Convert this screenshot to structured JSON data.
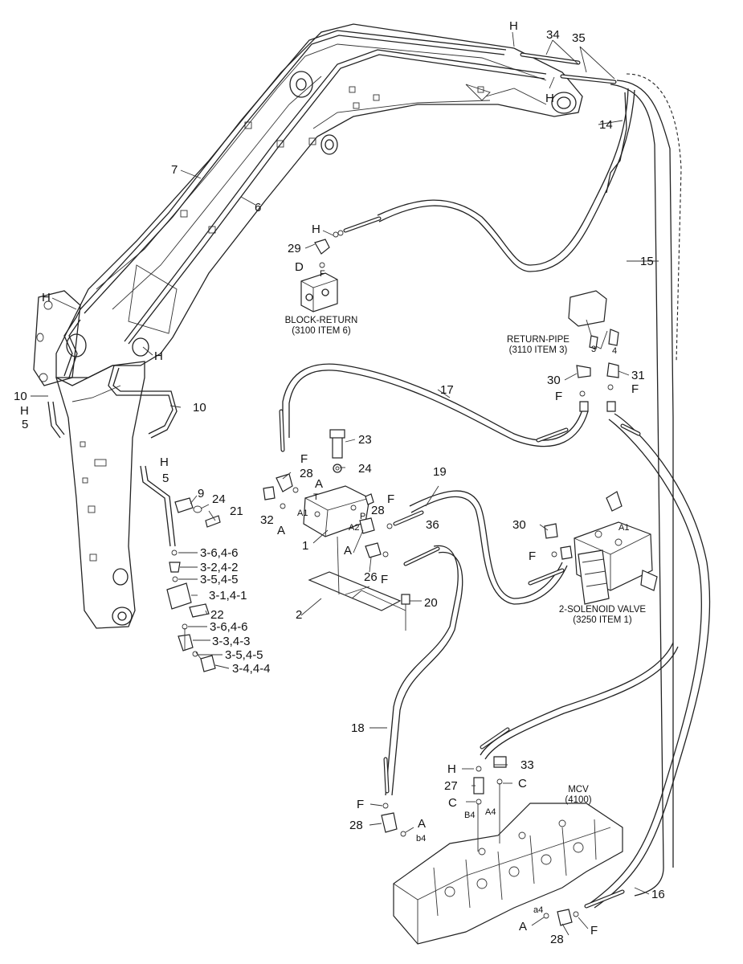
{
  "callouts": [
    {
      "id": "c-h-1",
      "text": "H"
    },
    {
      "id": "c-34",
      "text": "34"
    },
    {
      "id": "c-35",
      "text": "35"
    },
    {
      "id": "c-h-2",
      "text": "H"
    },
    {
      "id": "c-14",
      "text": "14"
    },
    {
      "id": "c-7",
      "text": "7"
    },
    {
      "id": "c-6",
      "text": "6"
    },
    {
      "id": "c-h-3",
      "text": "H"
    },
    {
      "id": "c-29",
      "text": "29"
    },
    {
      "id": "c-d-1",
      "text": "D"
    },
    {
      "id": "c-15",
      "text": "15"
    },
    {
      "id": "c-h-4",
      "text": "H"
    },
    {
      "id": "c-h-5",
      "text": "H"
    },
    {
      "id": "c-30-1",
      "text": "30"
    },
    {
      "id": "c-31",
      "text": "31"
    },
    {
      "id": "c-f-1",
      "text": "F"
    },
    {
      "id": "c-f-2",
      "text": "F"
    },
    {
      "id": "c-17",
      "text": "17"
    },
    {
      "id": "c-10-1",
      "text": "10"
    },
    {
      "id": "c-h-6",
      "text": "H"
    },
    {
      "id": "c-5-1",
      "text": "5"
    },
    {
      "id": "c-10-2",
      "text": "10"
    },
    {
      "id": "c-23",
      "text": "23"
    },
    {
      "id": "c-f-3",
      "text": "F"
    },
    {
      "id": "c-h-7",
      "text": "H"
    },
    {
      "id": "c-5-2",
      "text": "5"
    },
    {
      "id": "c-28-1",
      "text": "28"
    },
    {
      "id": "c-24-1",
      "text": "24"
    },
    {
      "id": "c-19",
      "text": "19"
    },
    {
      "id": "c-a-1",
      "text": "A"
    },
    {
      "id": "c-9",
      "text": "9"
    },
    {
      "id": "c-24-2",
      "text": "24"
    },
    {
      "id": "c-21",
      "text": "21"
    },
    {
      "id": "c-32",
      "text": "32"
    },
    {
      "id": "c-a-2",
      "text": "A"
    },
    {
      "id": "c-28-2",
      "text": "28"
    },
    {
      "id": "c-f-4",
      "text": "F"
    },
    {
      "id": "c-36",
      "text": "36"
    },
    {
      "id": "c-30-2",
      "text": "30"
    },
    {
      "id": "c-1",
      "text": "1"
    },
    {
      "id": "c-a-3",
      "text": "A"
    },
    {
      "id": "c-f-5",
      "text": "F"
    },
    {
      "id": "c-3-6-4-6-a",
      "text": "3-6,4-6"
    },
    {
      "id": "c-3-2-4-2",
      "text": "3-2,4-2"
    },
    {
      "id": "c-3-5-4-5-a",
      "text": "3-5,4-5"
    },
    {
      "id": "c-26",
      "text": "26"
    },
    {
      "id": "c-f-6",
      "text": "F"
    },
    {
      "id": "c-3-1-4-1",
      "text": "3-1,4-1"
    },
    {
      "id": "c-20",
      "text": "20"
    },
    {
      "id": "c-22",
      "text": "22"
    },
    {
      "id": "c-2",
      "text": "2"
    },
    {
      "id": "c-3-6-4-6-b",
      "text": "3-6,4-6"
    },
    {
      "id": "c-3-3-4-3",
      "text": "3-3,4-3"
    },
    {
      "id": "c-3-5-4-5-b",
      "text": "3-5,4-5"
    },
    {
      "id": "c-3-4-4-4",
      "text": "3-4,4-4"
    },
    {
      "id": "c-18",
      "text": "18"
    },
    {
      "id": "c-h-8",
      "text": "H"
    },
    {
      "id": "c-33",
      "text": "33"
    },
    {
      "id": "c-27",
      "text": "27"
    },
    {
      "id": "c-c-1",
      "text": "C"
    },
    {
      "id": "c-c-2",
      "text": "C"
    },
    {
      "id": "c-f-7",
      "text": "F"
    },
    {
      "id": "c-28-3",
      "text": "28"
    },
    {
      "id": "c-a-4",
      "text": "A"
    },
    {
      "id": "c-16",
      "text": "16"
    },
    {
      "id": "c-a-5",
      "text": "A"
    },
    {
      "id": "c-28-4",
      "text": "28"
    },
    {
      "id": "c-f-8",
      "text": "F"
    }
  ],
  "port_marks": [
    {
      "id": "p-f-block",
      "text": "F"
    },
    {
      "id": "p-t",
      "text": "T"
    },
    {
      "id": "p-a1-block",
      "text": "A1"
    },
    {
      "id": "p-p",
      "text": "P"
    },
    {
      "id": "p-a2",
      "text": "A2"
    },
    {
      "id": "p-a1-sol",
      "text": "A1"
    },
    {
      "id": "p-3",
      "text": "3"
    },
    {
      "id": "p-4",
      "text": "4"
    },
    {
      "id": "p-b4",
      "text": "B4"
    },
    {
      "id": "p-a4-top",
      "text": "A4"
    },
    {
      "id": "p-b4-low",
      "text": "b4"
    },
    {
      "id": "p-a4-low",
      "text": "a4"
    }
  ],
  "captions": {
    "block_return": {
      "line1": "BLOCK-RETURN",
      "line2": "(3100 ITEM 6)"
    },
    "return_pipe": {
      "line1": "RETURN-PIPE",
      "line2": "(3110 ITEM 3)"
    },
    "solenoid": {
      "line1": "2-SOLENOID VALVE",
      "line2": "(3250 ITEM 1)"
    },
    "mcv": {
      "line1": "MCV",
      "line2": "(4100)"
    }
  }
}
